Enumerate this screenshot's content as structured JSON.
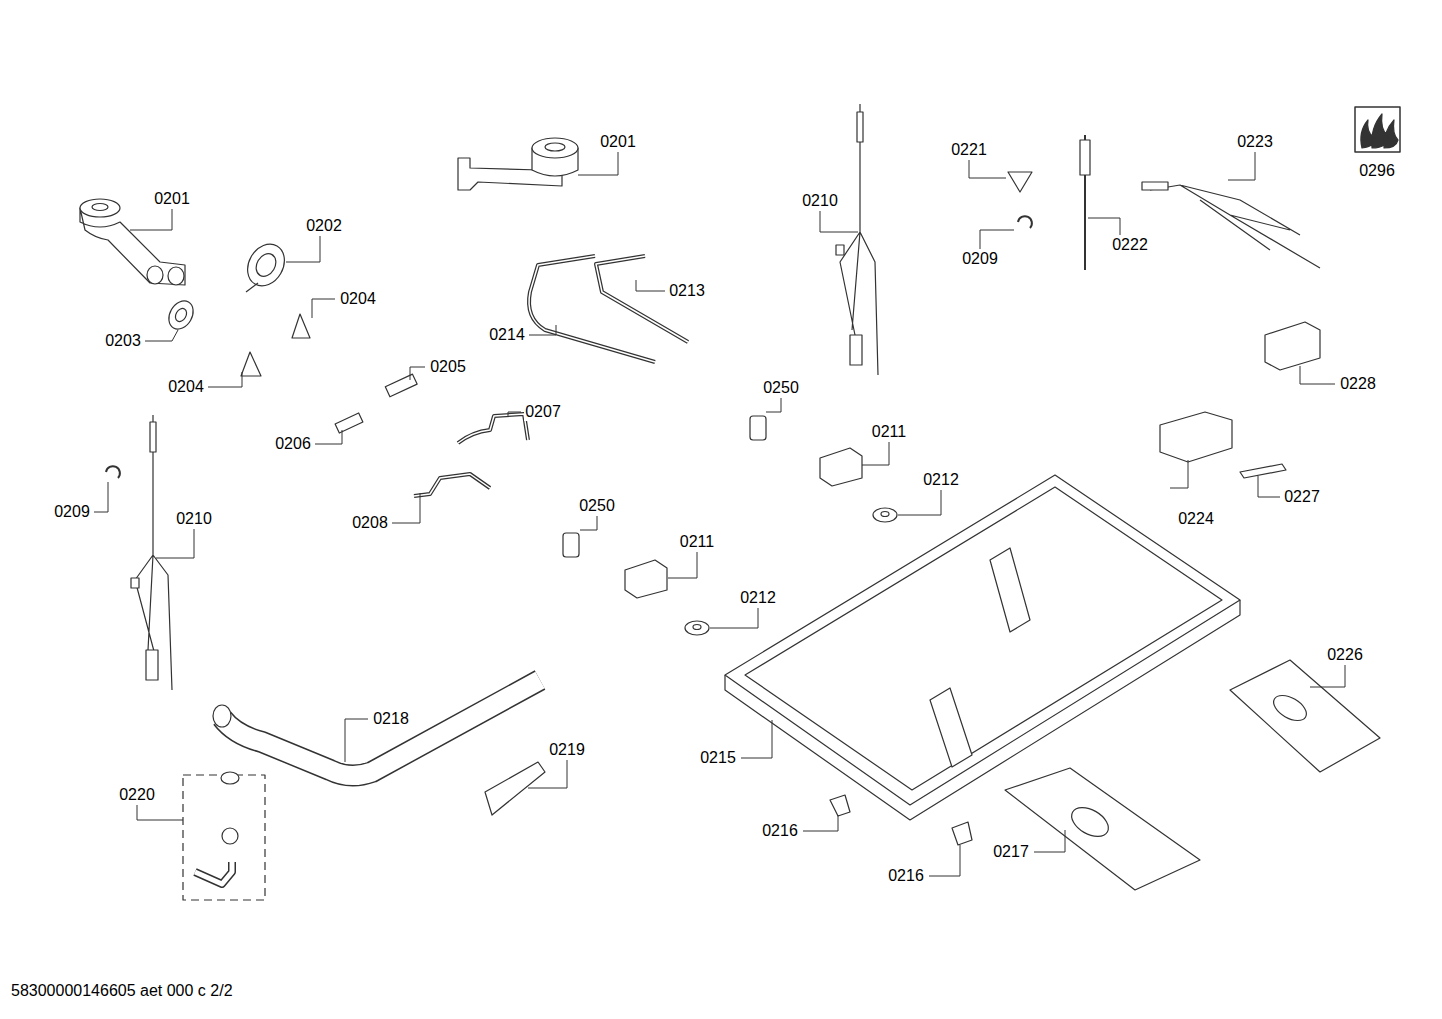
{
  "diagram": {
    "labels": [
      "0201",
      "0201",
      "0202",
      "0204",
      "0203",
      "0214",
      "0213",
      "0210",
      "0221",
      "0209",
      "0222",
      "0223",
      "0296",
      "0204",
      "0205",
      "0206",
      "0207",
      "0208",
      "0250",
      "0211",
      "0212",
      "0228",
      "0224",
      "0227",
      "0209",
      "0210",
      "0250",
      "0211",
      "0212",
      "0226",
      "0218",
      "0219",
      "0220",
      "0215",
      "0216",
      "0216",
      "0217",
      "58300000146605 aet 000 c 2/2"
    ]
  }
}
